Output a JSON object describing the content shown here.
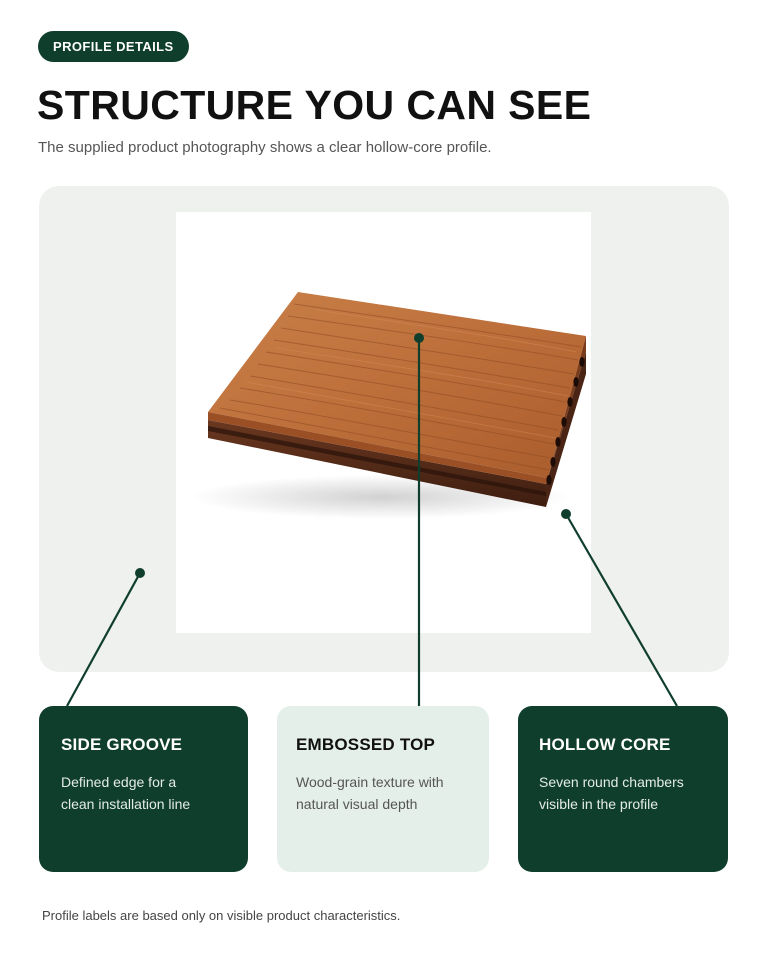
{
  "header": {
    "badge": "PROFILE DETAILS",
    "title": "STRUCTURE YOU CAN SEE",
    "subtitle": "The supplied product photography shows a clear hollow-core profile."
  },
  "image": {
    "subject": "composite-decking-board",
    "chamber_count": 7,
    "colors": {
      "top": "#c0743e",
      "side": "#5a2f1c",
      "grain": "#8e4a24"
    }
  },
  "cards": [
    {
      "title": "SIDE GROOVE",
      "text": "Defined edge for a\nclean installation line",
      "theme": "dark"
    },
    {
      "title": "EMBOSSED TOP",
      "text": "Wood-grain texture with\nnatural visual depth",
      "theme": "light"
    },
    {
      "title": "HOLLOW CORE",
      "text": "Seven round chambers\nvisible in the profile",
      "theme": "dark"
    }
  ],
  "footnote": "Profile labels are based only on visible product characteristics.",
  "colors": {
    "brand_green": "#0f3e2c",
    "panel_gray": "#eff1ef",
    "light_card": "#e5efe9"
  }
}
